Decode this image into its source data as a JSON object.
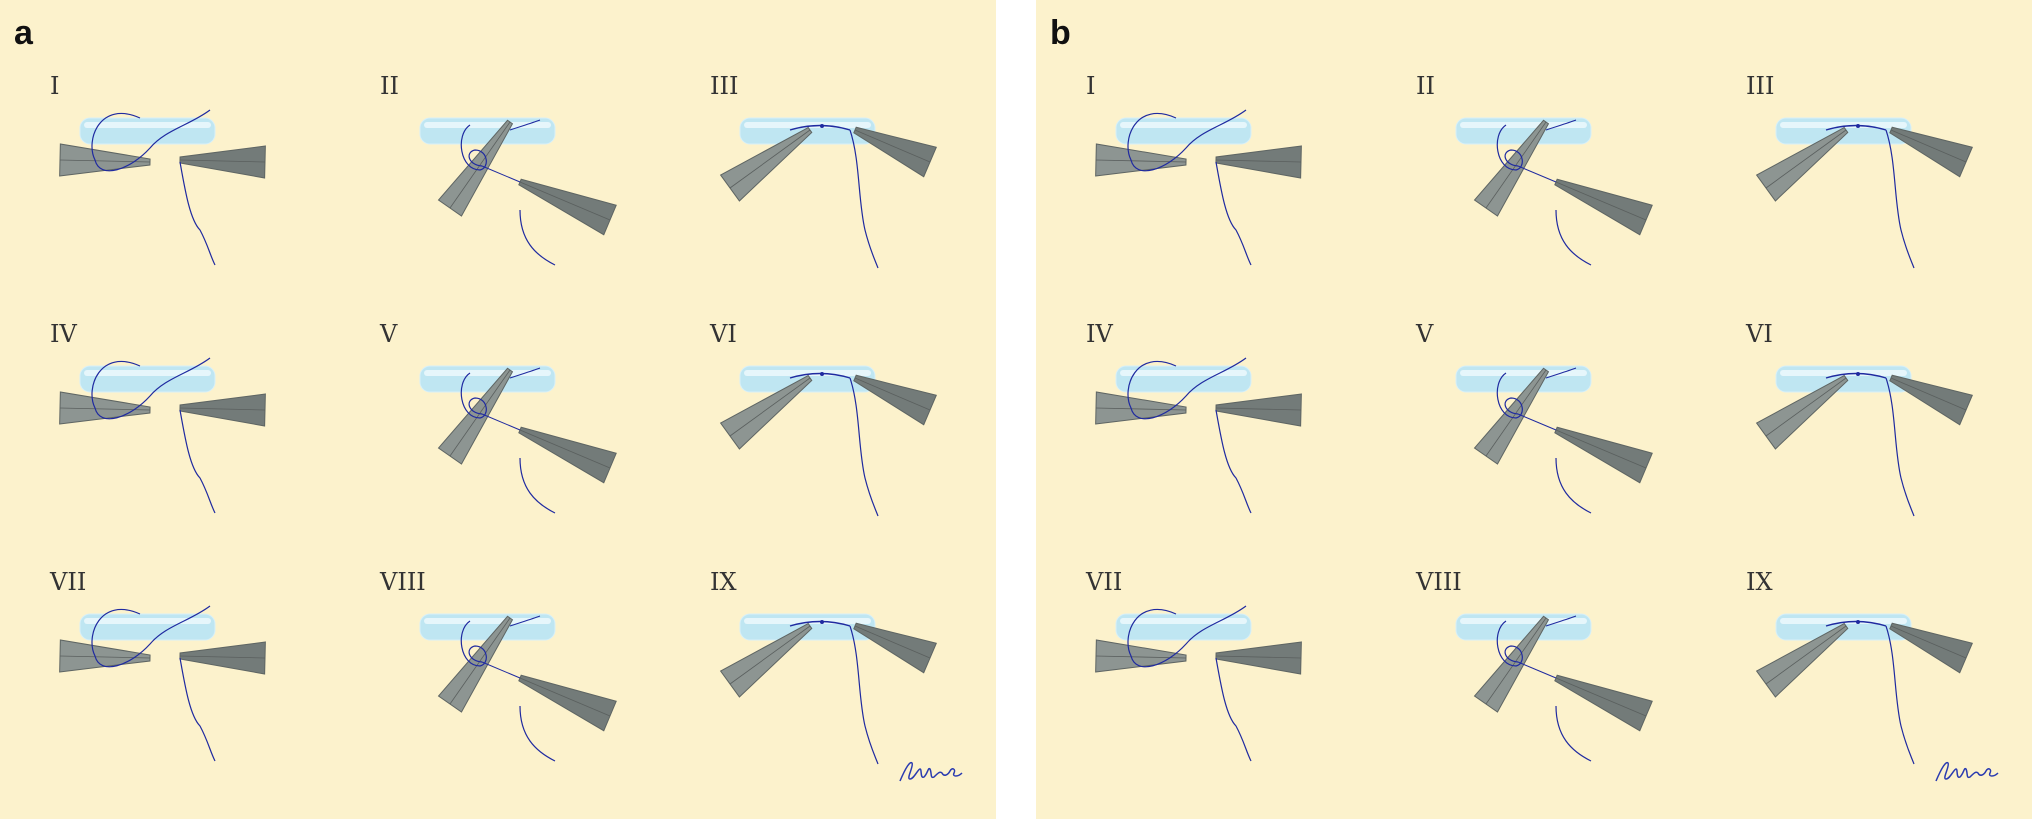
{
  "colors": {
    "background": "#fcf2cc",
    "vessel": "#bfe6f2",
    "forceps": "#7d8583",
    "suture": "#1f2aa0"
  },
  "panels": [
    {
      "letter": "a",
      "steps": [
        {
          "label": "I",
          "icon": "forceps-open-loop"
        },
        {
          "label": "II",
          "icon": "forceps-wrap"
        },
        {
          "label": "III",
          "icon": "forceps-pull"
        },
        {
          "label": "IV",
          "icon": "forceps-open-loop"
        },
        {
          "label": "V",
          "icon": "forceps-wrap"
        },
        {
          "label": "VI",
          "icon": "forceps-pull"
        },
        {
          "label": "VII",
          "icon": "forceps-open-loop"
        },
        {
          "label": "VIII",
          "icon": "forceps-wrap"
        },
        {
          "label": "IX",
          "icon": "forceps-pull"
        }
      ]
    },
    {
      "letter": "b",
      "steps": [
        {
          "label": "I",
          "icon": "forceps-open-loop"
        },
        {
          "label": "II",
          "icon": "forceps-wrap"
        },
        {
          "label": "III",
          "icon": "forceps-pull"
        },
        {
          "label": "IV",
          "icon": "forceps-open-loop"
        },
        {
          "label": "V",
          "icon": "forceps-wrap"
        },
        {
          "label": "VI",
          "icon": "forceps-pull"
        },
        {
          "label": "VII",
          "icon": "forceps-open-loop"
        },
        {
          "label": "VIII",
          "icon": "forceps-wrap"
        },
        {
          "label": "IX",
          "icon": "forceps-pull"
        }
      ]
    }
  ],
  "signature_icon": "artist-signature"
}
